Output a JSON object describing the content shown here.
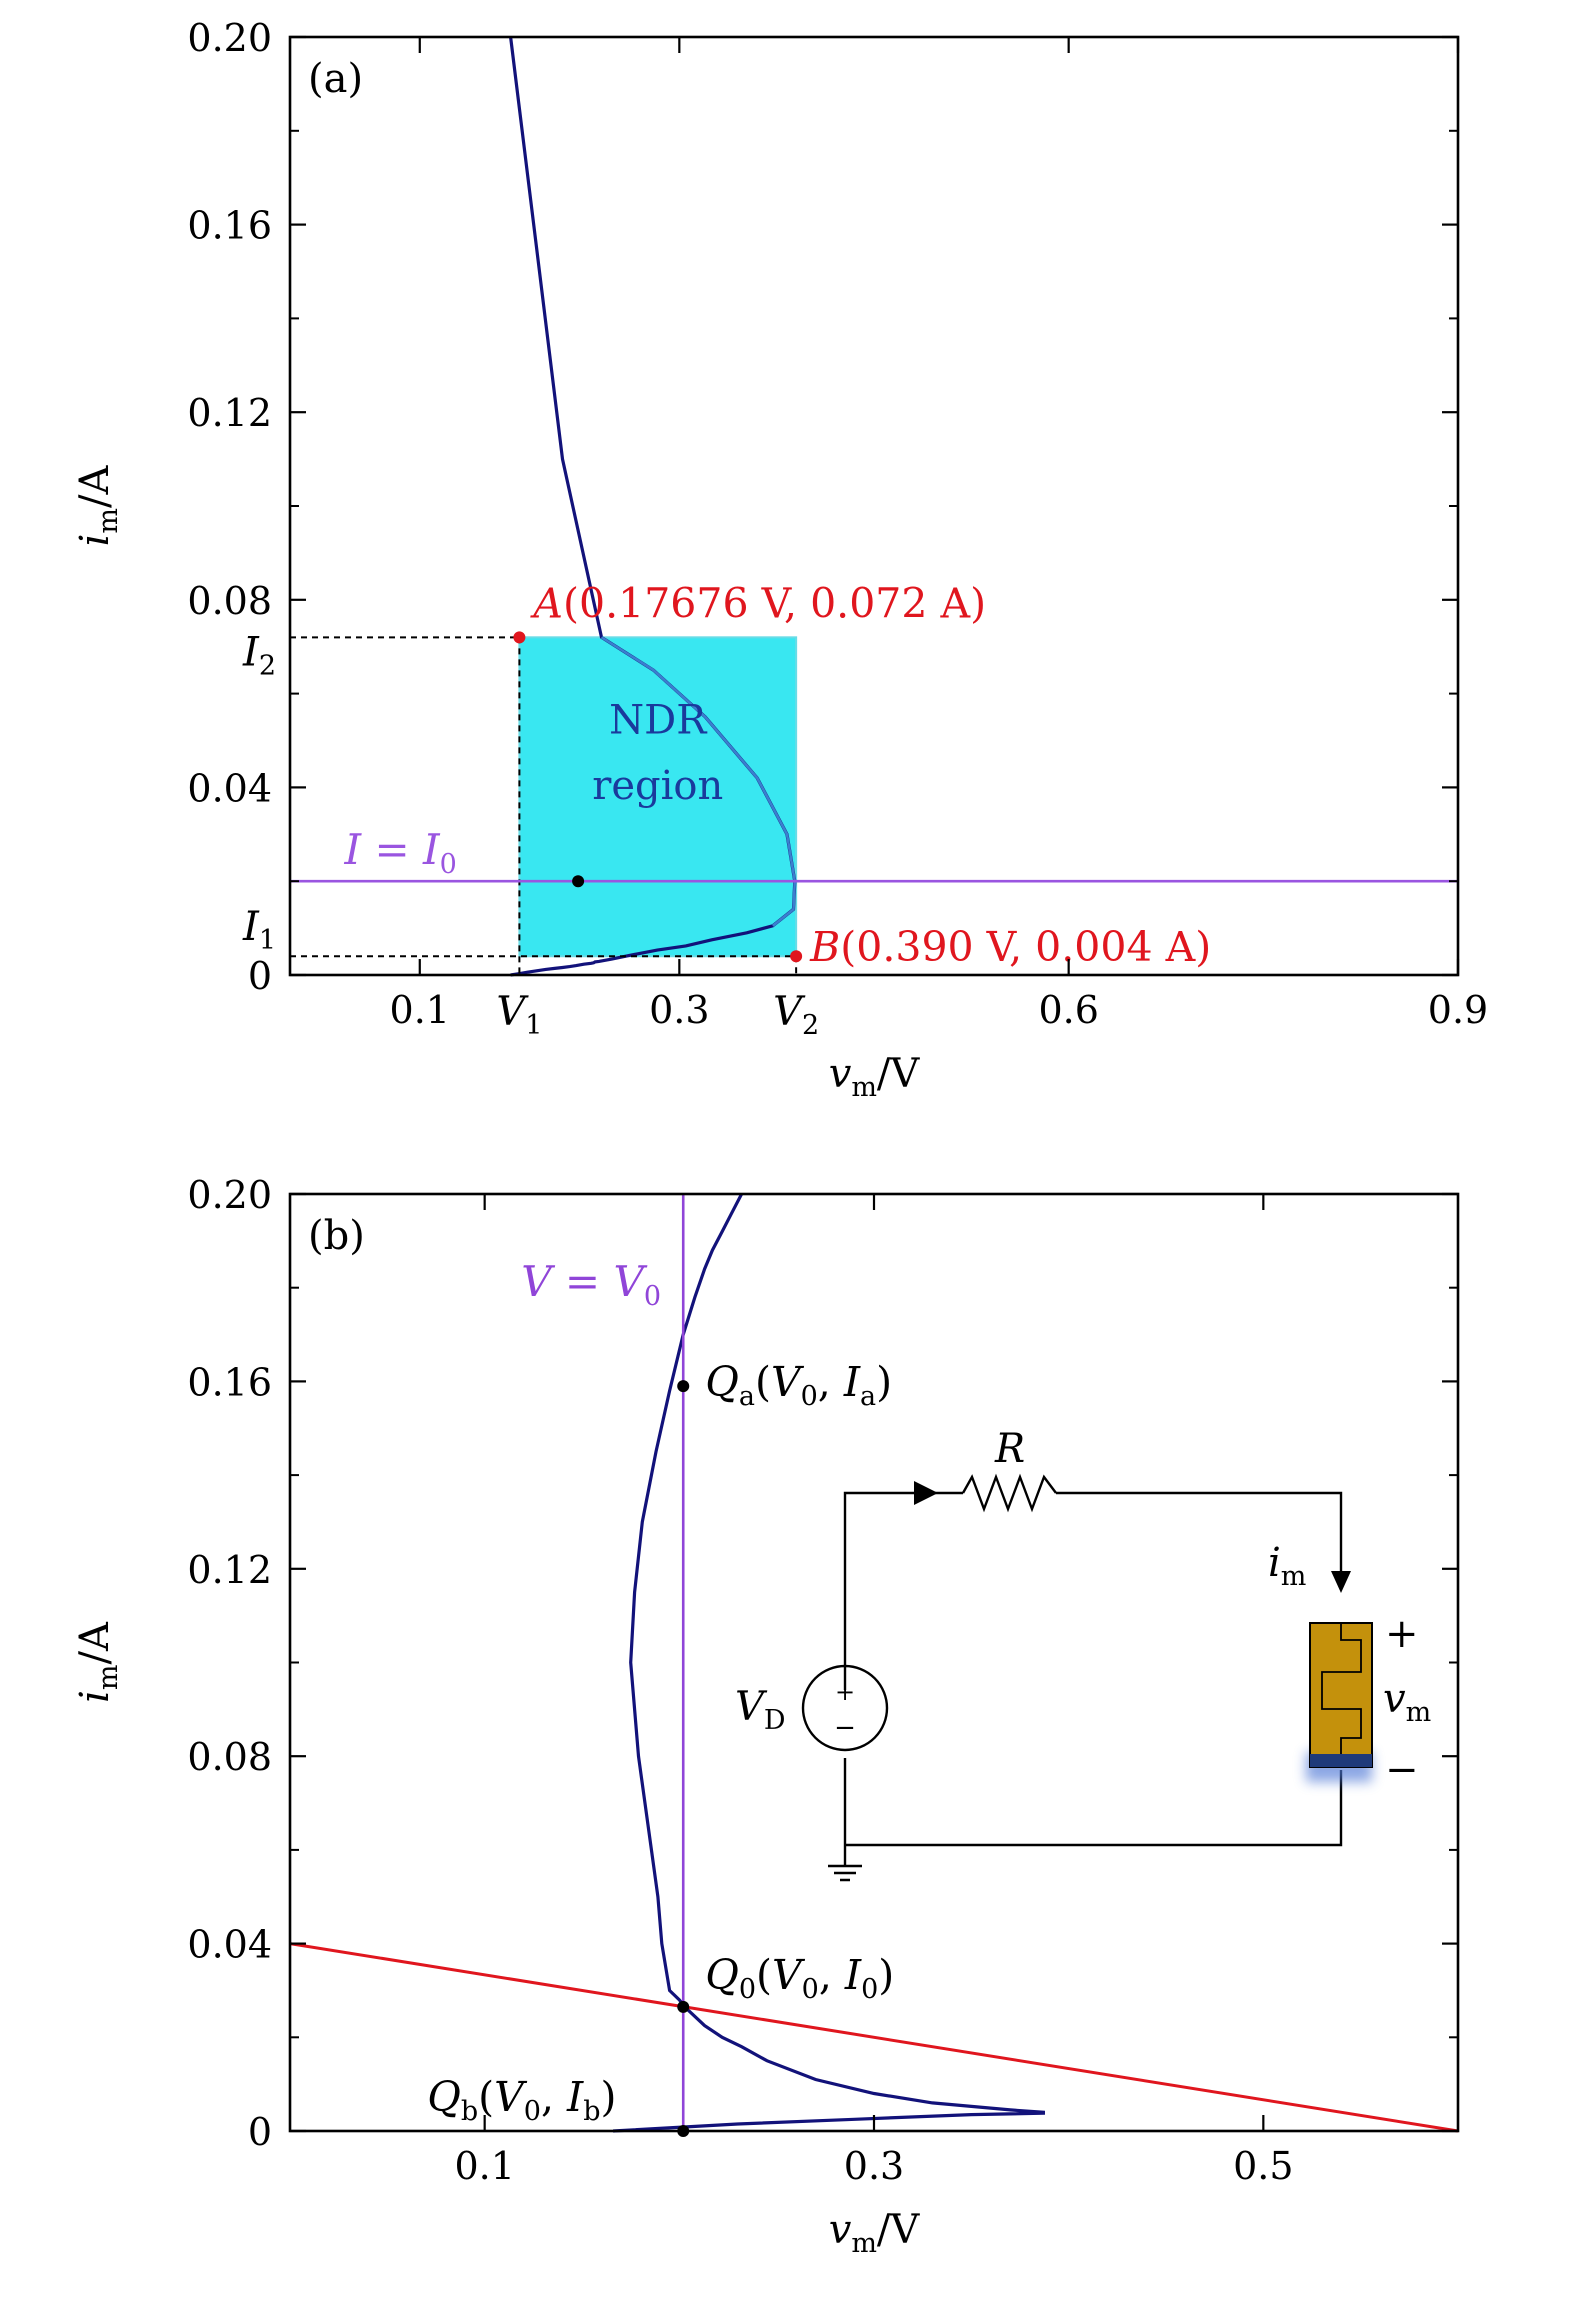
{
  "colors": {
    "curve": "#12127a",
    "curve_inside_region": "#3b7fcf",
    "ndr_fill": "#2ee6f0",
    "ndr_stroke": "#68dce6",
    "point_red": "#e0161e",
    "hline_purple": "#9a55e0",
    "vline_purple": "#9045d8",
    "load_line": "#e0161e",
    "region_text": "#1a3a9c",
    "label_red": "#e0161e",
    "memristor_body": "#c4910c",
    "memristor_base": "#1f3a7a"
  },
  "chart_data": [
    {
      "panel": "(a)",
      "type": "line",
      "xlabel": {
        "var": "v",
        "sub": "m",
        "unit": "/V"
      },
      "ylabel": {
        "var": "i",
        "sub": "m",
        "unit": "/A"
      },
      "xlim": [
        0,
        0.9
      ],
      "ylim": [
        0,
        0.2
      ],
      "xticks": [
        {
          "v": 0.1,
          "label": "0.1"
        },
        {
          "v": 0.3,
          "label": "0.3"
        },
        {
          "v": 0.6,
          "label": "0.6"
        },
        {
          "v": 0.9,
          "label": "0.9"
        }
      ],
      "yticks": [
        {
          "v": 0,
          "label": "0"
        },
        {
          "v": 0.04,
          "label": "0.04"
        },
        {
          "v": 0.08,
          "label": "0.08"
        },
        {
          "v": 0.12,
          "label": "0.12"
        },
        {
          "v": 0.16,
          "label": "0.16"
        },
        {
          "v": 0.2,
          "label": "0.20"
        }
      ],
      "grid": false,
      "curve": {
        "x": [
          0.17,
          0.177,
          0.183,
          0.19,
          0.197,
          0.204,
          0.21,
          0.2155,
          0.2205,
          0.2265,
          0.232,
          0.234,
          0.235,
          0.238,
          0.248,
          0.262,
          0.283,
          0.305,
          0.325,
          0.352,
          0.372,
          0.388,
          0.389,
          0.383,
          0.36,
          0.32,
          0.28,
          0.24,
          0.21,
          0.19,
          0.17
        ],
        "y": [
          0.0,
          0.0003,
          0.0006,
          0.0009,
          0.0012,
          0.0014,
          0.0016,
          0.0018,
          0.002,
          0.0023,
          0.0025,
          0.0026,
          0.0028,
          0.0029,
          0.0034,
          0.0042,
          0.0053,
          0.0062,
          0.0075,
          0.009,
          0.0105,
          0.014,
          0.02,
          0.03,
          0.042,
          0.055,
          0.065,
          0.072,
          0.11,
          0.155,
          0.2
        ]
      },
      "ndr_region": {
        "x0": 0.17676,
        "x1": 0.39,
        "y0": 0.004,
        "y1": 0.072,
        "label_line1": "NDR",
        "label_line2": "region"
      },
      "point_A": {
        "x": 0.17676,
        "y": 0.072,
        "name": "A",
        "label": "(0.17676 V, 0.072 A)"
      },
      "point_B": {
        "x": 0.39,
        "y": 0.004,
        "name": "B",
        "label": "(0.390 V, 0.004 A)"
      },
      "operating_point": {
        "x": 0.222,
        "y": 0.02
      },
      "hline": {
        "y": 0.02,
        "label": "I = I0",
        "text": {
          "lhs": "I",
          "eq": " = ",
          "rhs": "I",
          "rhs_sub": "0"
        }
      },
      "guide_labels": {
        "I2": {
          "var": "I",
          "sub": "2",
          "y": 0.072
        },
        "I1": {
          "var": "I",
          "sub": "1",
          "y": 0.004
        },
        "V1": {
          "var": "V",
          "sub": "1",
          "x": 0.17676
        },
        "V2": {
          "var": "V",
          "sub": "2",
          "x": 0.39
        }
      }
    },
    {
      "panel": "(b)",
      "type": "line",
      "xlabel": {
        "var": "v",
        "sub": "m",
        "unit": "/V"
      },
      "ylabel": {
        "var": "i",
        "sub": "m",
        "unit": "/A"
      },
      "xlim": [
        0,
        0.6
      ],
      "ylim": [
        0,
        0.2
      ],
      "xticks": [
        {
          "v": 0.1,
          "label": "0.1"
        },
        {
          "v": 0.3,
          "label": "0.3"
        },
        {
          "v": 0.5,
          "label": "0.5"
        }
      ],
      "yticks": [
        {
          "v": 0,
          "label": "0"
        },
        {
          "v": 0.04,
          "label": "0.04"
        },
        {
          "v": 0.08,
          "label": "0.08"
        },
        {
          "v": 0.12,
          "label": "0.12"
        },
        {
          "v": 0.16,
          "label": "0.16"
        },
        {
          "v": 0.2,
          "label": "0.20"
        }
      ],
      "grid": false,
      "curve": {
        "x": [
          0.166,
          0.23,
          0.29,
          0.35,
          0.387,
          0.387,
          0.37,
          0.33,
          0.3,
          0.27,
          0.245,
          0.232,
          0.222,
          0.213,
          0.204,
          0.2,
          0.195,
          0.191,
          0.189,
          0.179,
          0.175,
          0.177,
          0.181,
          0.188,
          0.195,
          0.202,
          0.208,
          0.213,
          0.217,
          0.222,
          0.227,
          0.232
        ],
        "y": [
          0.0,
          0.0015,
          0.0025,
          0.0035,
          0.0038,
          0.004,
          0.0045,
          0.006,
          0.008,
          0.011,
          0.015,
          0.018,
          0.02,
          0.0225,
          0.026,
          0.028,
          0.03,
          0.04,
          0.05,
          0.08,
          0.1,
          0.115,
          0.13,
          0.145,
          0.158,
          0.17,
          0.178,
          0.184,
          0.188,
          0.192,
          0.196,
          0.2
        ]
      },
      "vline": {
        "x": 0.202,
        "label": "V = V0",
        "text": {
          "lhs": "V",
          "eq": " = ",
          "rhs": "V",
          "rhs_sub": "0"
        }
      },
      "load_line": {
        "x": [
          0,
          0.6
        ],
        "y": [
          0.04,
          0.0
        ]
      },
      "points": [
        {
          "x": 0.202,
          "y": 0.159,
          "name": "Qa",
          "label": "Qa(V0, Ia)",
          "var": "Q",
          "sub": "a",
          "a1": "V",
          "a1s": "0",
          "a2": "I",
          "a2s": "a"
        },
        {
          "x": 0.202,
          "y": 0.0265,
          "name": "Q0",
          "label": "Q0(V0, I0)",
          "var": "Q",
          "sub": "0",
          "a1": "V",
          "a1s": "0",
          "a2": "I",
          "a2s": "0"
        },
        {
          "x": 0.202,
          "y": 0.0,
          "name": "Qb",
          "label": "Qb(V0, Ib)",
          "var": "Q",
          "sub": "b",
          "a1": "V",
          "a1s": "0",
          "a2": "I",
          "a2s": "b"
        }
      ],
      "inset": {
        "resistor": "R",
        "source": {
          "var": "V",
          "sub": "D",
          "plus": "+",
          "minus": "−"
        },
        "current": {
          "var": "i",
          "sub": "m"
        },
        "device_voltage": {
          "var": "v",
          "sub": "m",
          "plus": "+",
          "minus": "−"
        }
      }
    }
  ]
}
